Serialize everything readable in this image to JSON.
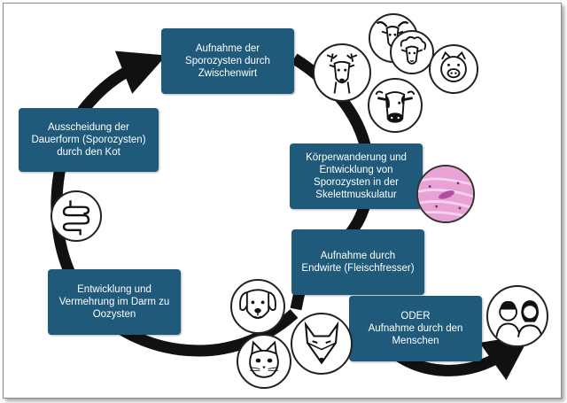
{
  "diagram": {
    "steps": [
      {
        "id": "step-zwischenwirt",
        "text": "Aufnahme der\nSporozysten durch\nZwischenwirt"
      },
      {
        "id": "step-ausscheidung",
        "text": "Ausscheidung der\nDauerform (Sporozysten)\ndurch den Kot"
      },
      {
        "id": "step-koerperwanderung",
        "text": "Körperwanderung und\nEntwicklung von\nSporozysten in der\nSkelettmuskulatur"
      },
      {
        "id": "step-endwirte",
        "text": "Aufnahme durch\nEndwirte (Fleischfresser)"
      },
      {
        "id": "step-entwicklung",
        "text": "Entwicklung und\nVermehrung im Darm zu\nOozysten"
      },
      {
        "id": "step-menschen",
        "text": "ODER\nAufnahme durch den\nMenschen"
      }
    ],
    "icons": [
      "deer-icon",
      "goat-icon",
      "sheep-icon",
      "pig-icon",
      "cow-icon",
      "muscle-tissue-icon",
      "intestine-icon",
      "dog-icon",
      "cat-icon",
      "fox-icon",
      "humans-icon"
    ],
    "colors": {
      "box": "#1f5a7a",
      "arrow": "#111111",
      "muscle": "#e9a2d6"
    }
  }
}
